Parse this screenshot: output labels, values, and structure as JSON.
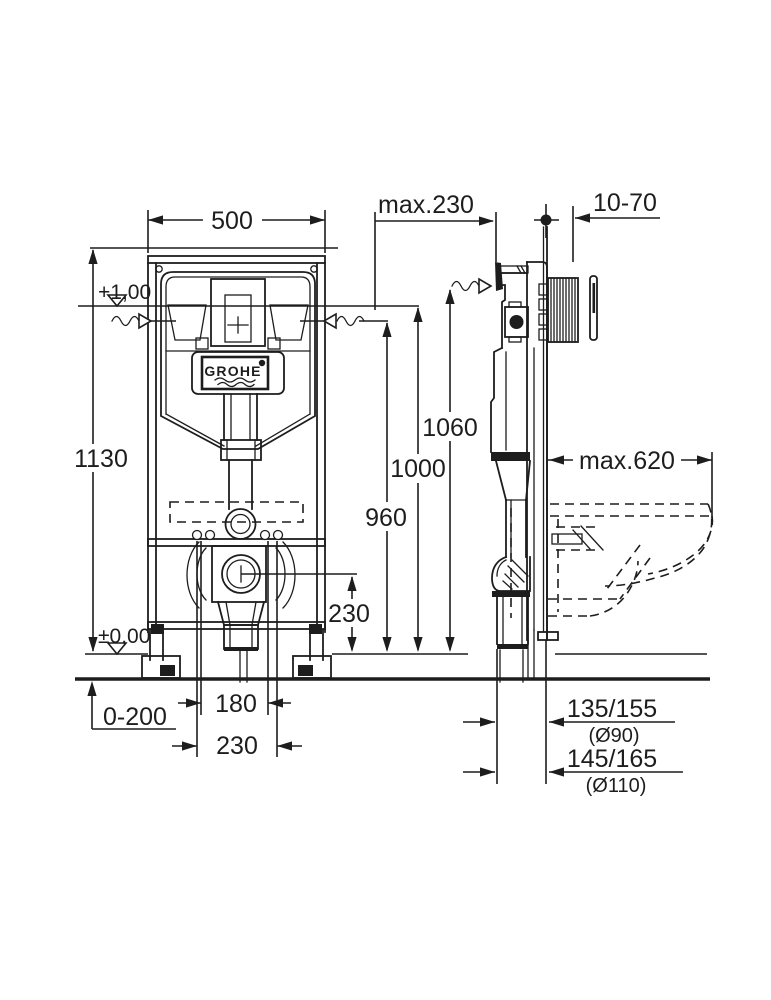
{
  "title": "GROHE concealed cistern installation drawing",
  "brand": {
    "logo_text": "GROHE"
  },
  "dims": {
    "frame_width": "500",
    "max_depth": "max.230",
    "plate_adjust": "10-70",
    "total_height": "1130",
    "h1060": "1060",
    "h1000": "1000",
    "h960": "960",
    "outlet_height": "230",
    "max_bowl_depth": "max.620",
    "level_plus": "+1,00",
    "level_zero": "±0,00",
    "leg_adjust": "0-200",
    "fixing_inner": "180",
    "fixing_outer": "230",
    "outlet_90": "135/155",
    "outlet_90_dia": "(Ø90)",
    "outlet_110": "145/165",
    "outlet_110_dia": "(Ø110)"
  }
}
